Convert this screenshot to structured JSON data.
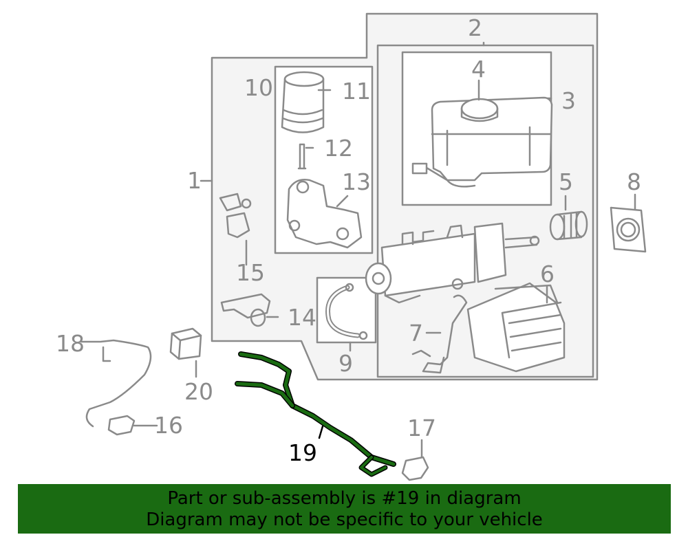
{
  "callouts": {
    "c1": "1",
    "c2": "2",
    "c3": "3",
    "c4": "4",
    "c5": "5",
    "c6": "6",
    "c7": "7",
    "c8": "8",
    "c9": "9",
    "c10": "10",
    "c11": "11",
    "c12": "12",
    "c13": "13",
    "c14": "14",
    "c15": "15",
    "c16": "16",
    "c17": "17",
    "c18": "18",
    "c19": "19",
    "c20": "20"
  },
  "banner": {
    "line1": "Part or sub-assembly is #19 in diagram",
    "line2": "Diagram may not be specific to your vehicle"
  },
  "colors": {
    "line_gray": "#8a8a8a",
    "box_fill": "#f4f4f4",
    "highlight_part": "#1a6b12",
    "banner_bg": "#1a6b12"
  },
  "highlighted_part": "19"
}
